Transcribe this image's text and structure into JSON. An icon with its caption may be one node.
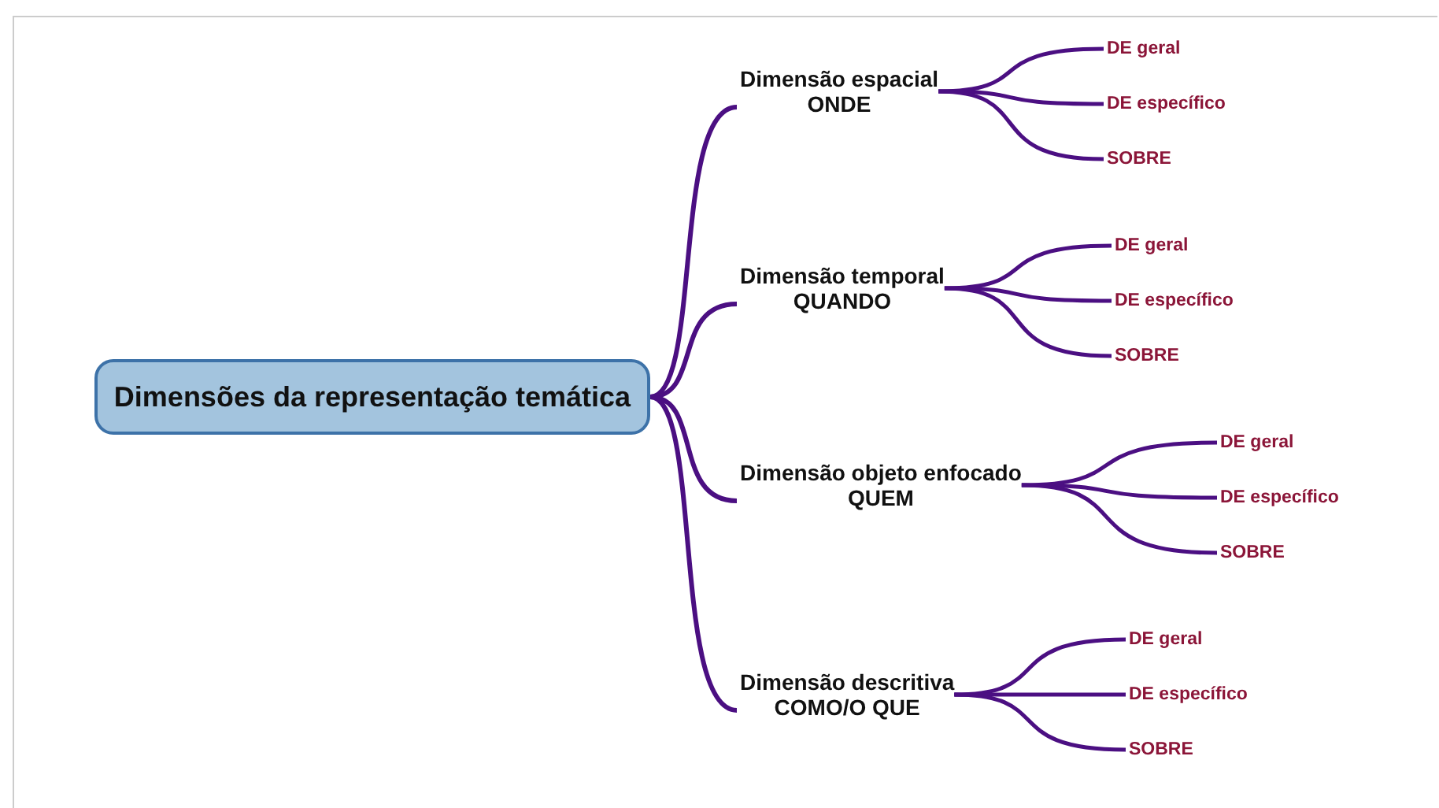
{
  "diagram": {
    "nodes": [
      {
        "text": [
          "Dimensões da representação temática"
        ]
      },
      {
        "text": [
          "Dimensão espacial",
          "ONDE"
        ]
      },
      {
        "text": [
          "DE geral"
        ]
      },
      {
        "text": [
          "DE específico"
        ]
      },
      {
        "text": [
          "SOBRE"
        ]
      },
      {
        "text": [
          "Dimensão temporal",
          "QUANDO"
        ]
      },
      {
        "text": [
          "DE geral"
        ]
      },
      {
        "text": [
          "DE específico"
        ]
      },
      {
        "text": [
          "SOBRE"
        ]
      },
      {
        "text": [
          "Dimensão objeto enfocado",
          "QUEM"
        ]
      },
      {
        "text": [
          "DE geral"
        ]
      },
      {
        "text": [
          "DE específico"
        ]
      },
      {
        "text": [
          "SOBRE"
        ]
      },
      {
        "text": [
          "Dimensão descritiva",
          "COMO/O QUE"
        ]
      },
      {
        "text": [
          "DE geral"
        ]
      },
      {
        "text": [
          "DE específico"
        ]
      },
      {
        "text": [
          "SOBRE"
        ]
      }
    ],
    "edges": [
      {
        "from": 0,
        "to": 1,
        "arrow": "none"
      },
      {
        "from": 0,
        "to": 5,
        "arrow": "none"
      },
      {
        "from": 0,
        "to": 9,
        "arrow": "none"
      },
      {
        "from": 0,
        "to": 13,
        "arrow": "none"
      },
      {
        "from": 1,
        "to": 2,
        "arrow": "none"
      },
      {
        "from": 1,
        "to": 3,
        "arrow": "none"
      },
      {
        "from": 1,
        "to": 4,
        "arrow": "none"
      },
      {
        "from": 5,
        "to": 6,
        "arrow": "none"
      },
      {
        "from": 5,
        "to": 7,
        "arrow": "none"
      },
      {
        "from": 5,
        "to": 8,
        "arrow": "none"
      },
      {
        "from": 9,
        "to": 10,
        "arrow": "none"
      },
      {
        "from": 9,
        "to": 11,
        "arrow": "none"
      },
      {
        "from": 9,
        "to": 12,
        "arrow": "none"
      },
      {
        "from": 13,
        "to": 14,
        "arrow": "none"
      },
      {
        "from": 13,
        "to": 15,
        "arrow": "none"
      },
      {
        "from": 13,
        "to": 16,
        "arrow": "none"
      }
    ]
  }
}
